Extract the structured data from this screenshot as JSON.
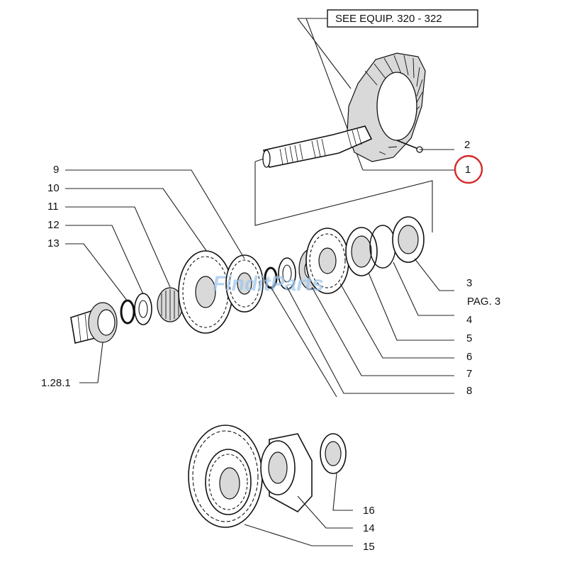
{
  "reference_box": {
    "text": "SEE EQUIP. 320 - 322"
  },
  "watermark": {
    "text": "FinditParts"
  },
  "highlight": {
    "color": "#d62828",
    "label_index": 1
  },
  "callouts": {
    "c1": "1",
    "c2": "2",
    "c3": "3",
    "c3b": "PAG. 3",
    "c4": "4",
    "c5": "5",
    "c6": "6",
    "c7": "7",
    "c8": "8",
    "c9": "9",
    "c10": "10",
    "c11": "11",
    "c12": "12",
    "c13": "13",
    "c128": "1.28.1",
    "c14": "14",
    "c15": "15",
    "c16": "16"
  }
}
